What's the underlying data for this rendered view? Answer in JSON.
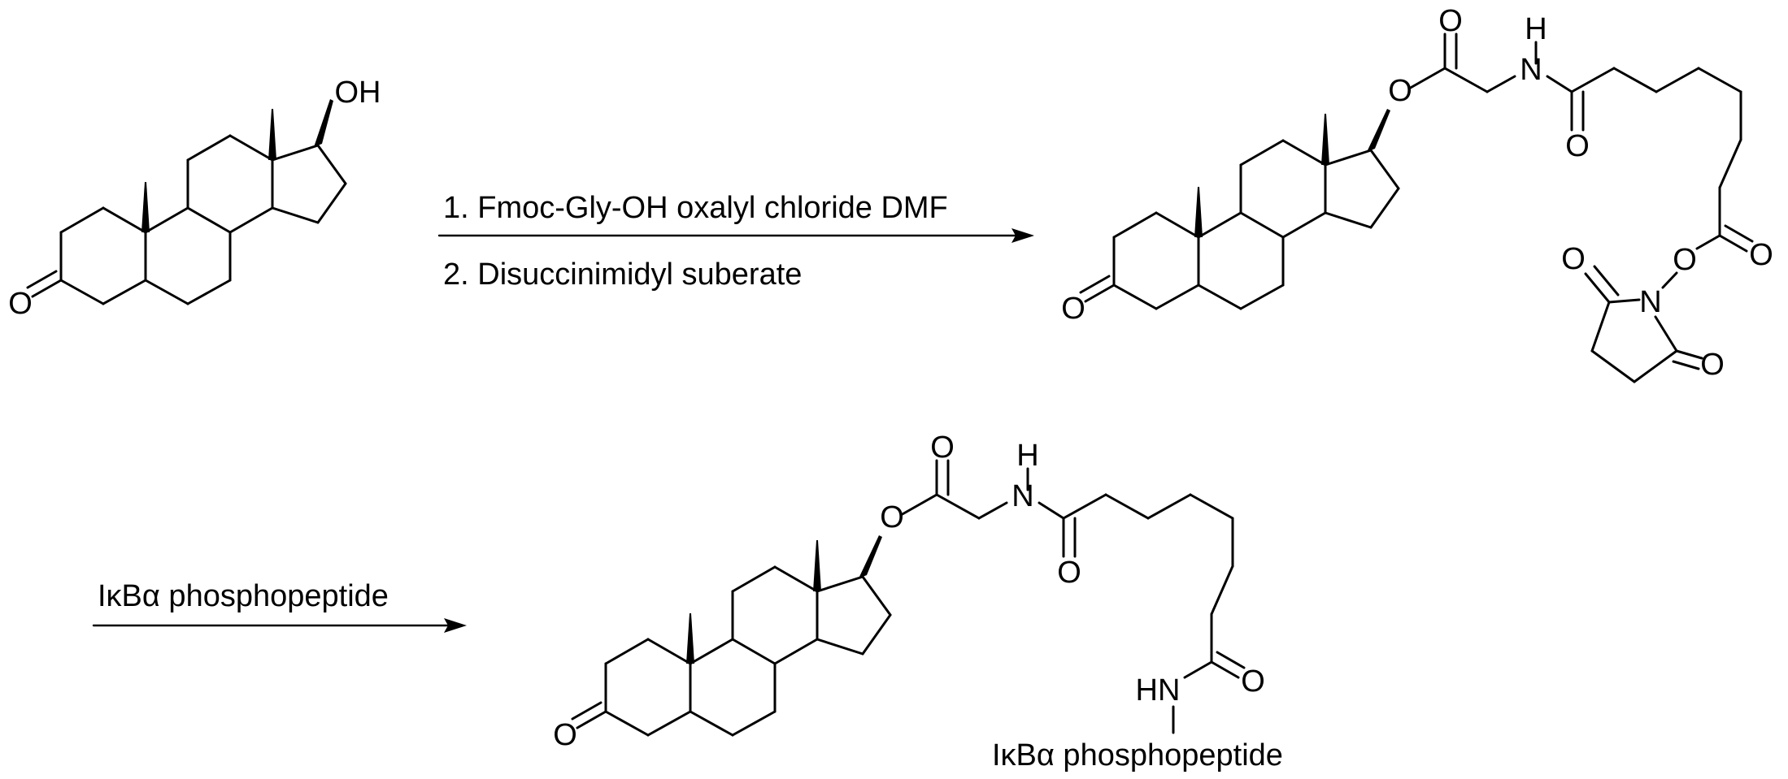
{
  "reaction_1": {
    "step_1": "1. Fmoc-Gly-OH oxalyl chloride DMF",
    "step_2": "2. Disuccinimidyl suberate"
  },
  "reaction_2": {
    "reagent": "IκBα phosphopeptide"
  },
  "atom_labels": {
    "oxygen": "O",
    "hydroxyl": "OH",
    "nitrogen": "N",
    "hydrogen": "H",
    "amide_nh": "HN",
    "peptide": "IκBα phosphopeptide"
  }
}
